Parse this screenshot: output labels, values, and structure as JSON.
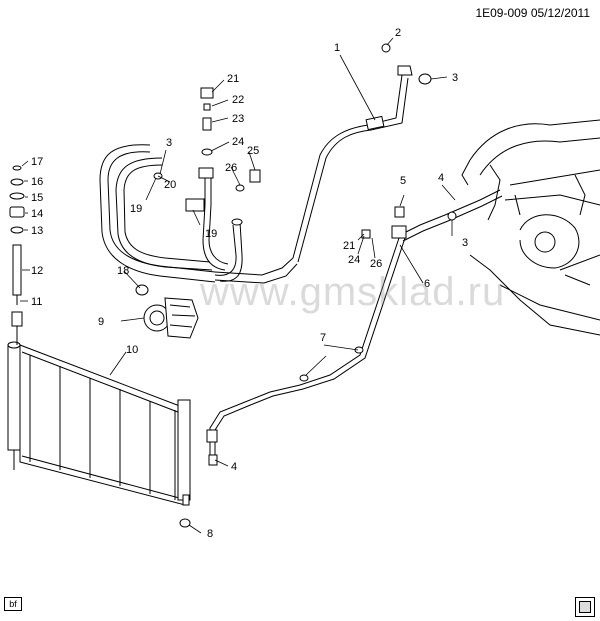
{
  "header": {
    "code": "1E09-009",
    "date": "05/12/2011"
  },
  "watermark": "www.gmsklad.ru",
  "footer": {
    "tag": "bf"
  },
  "callouts": {
    "c1": "1",
    "c2": "2",
    "c3a": "3",
    "c3b": "3",
    "c3c": "3",
    "c4a": "4",
    "c4b": "4",
    "c5": "5",
    "c6": "6",
    "c7": "7",
    "c8": "8",
    "c9": "9",
    "c10": "10",
    "c11": "11",
    "c12": "12",
    "c13": "13",
    "c14": "14",
    "c15": "15",
    "c16": "16",
    "c17": "17",
    "c18": "18",
    "c19a": "19",
    "c19b": "19",
    "c20": "20",
    "c21a": "21",
    "c21b": "21",
    "c22": "22",
    "c23": "23",
    "c24a": "24",
    "c24b": "24",
    "c25": "25",
    "c26a": "26",
    "c26b": "26"
  },
  "icons": {
    "corner": "manual-book-icon"
  }
}
